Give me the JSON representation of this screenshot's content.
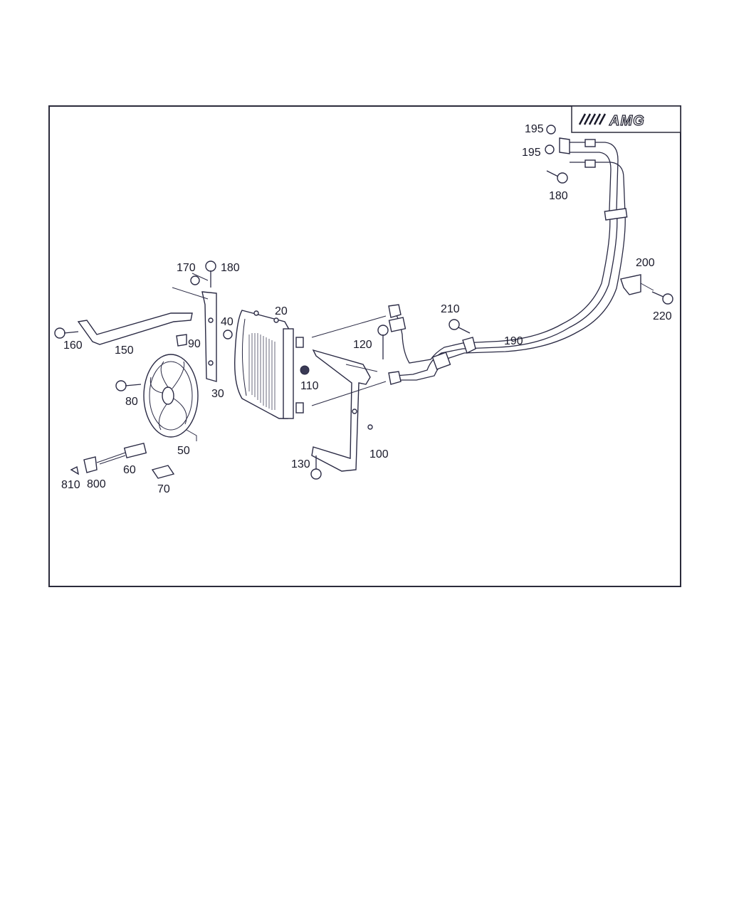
{
  "brand": {
    "logo_text": "AMG"
  },
  "callouts": {
    "c195a": "195",
    "c195b": "195",
    "c180a": "180",
    "c170": "170",
    "c180b": "180",
    "c200": "200",
    "c220": "220",
    "c20": "20",
    "c40": "40",
    "c210": "210",
    "c120": "120",
    "c190": "190",
    "c160": "160",
    "c150": "150",
    "c90": "90",
    "c30": "30",
    "c110": "110",
    "c80": "80",
    "c50": "50",
    "c100": "100",
    "c130": "130",
    "c60": "60",
    "c810": "810",
    "c800": "800",
    "c70": "70"
  },
  "colors": {
    "line": "#2a2a44",
    "frame": "#2b2b3b",
    "background": "#ffffff"
  }
}
